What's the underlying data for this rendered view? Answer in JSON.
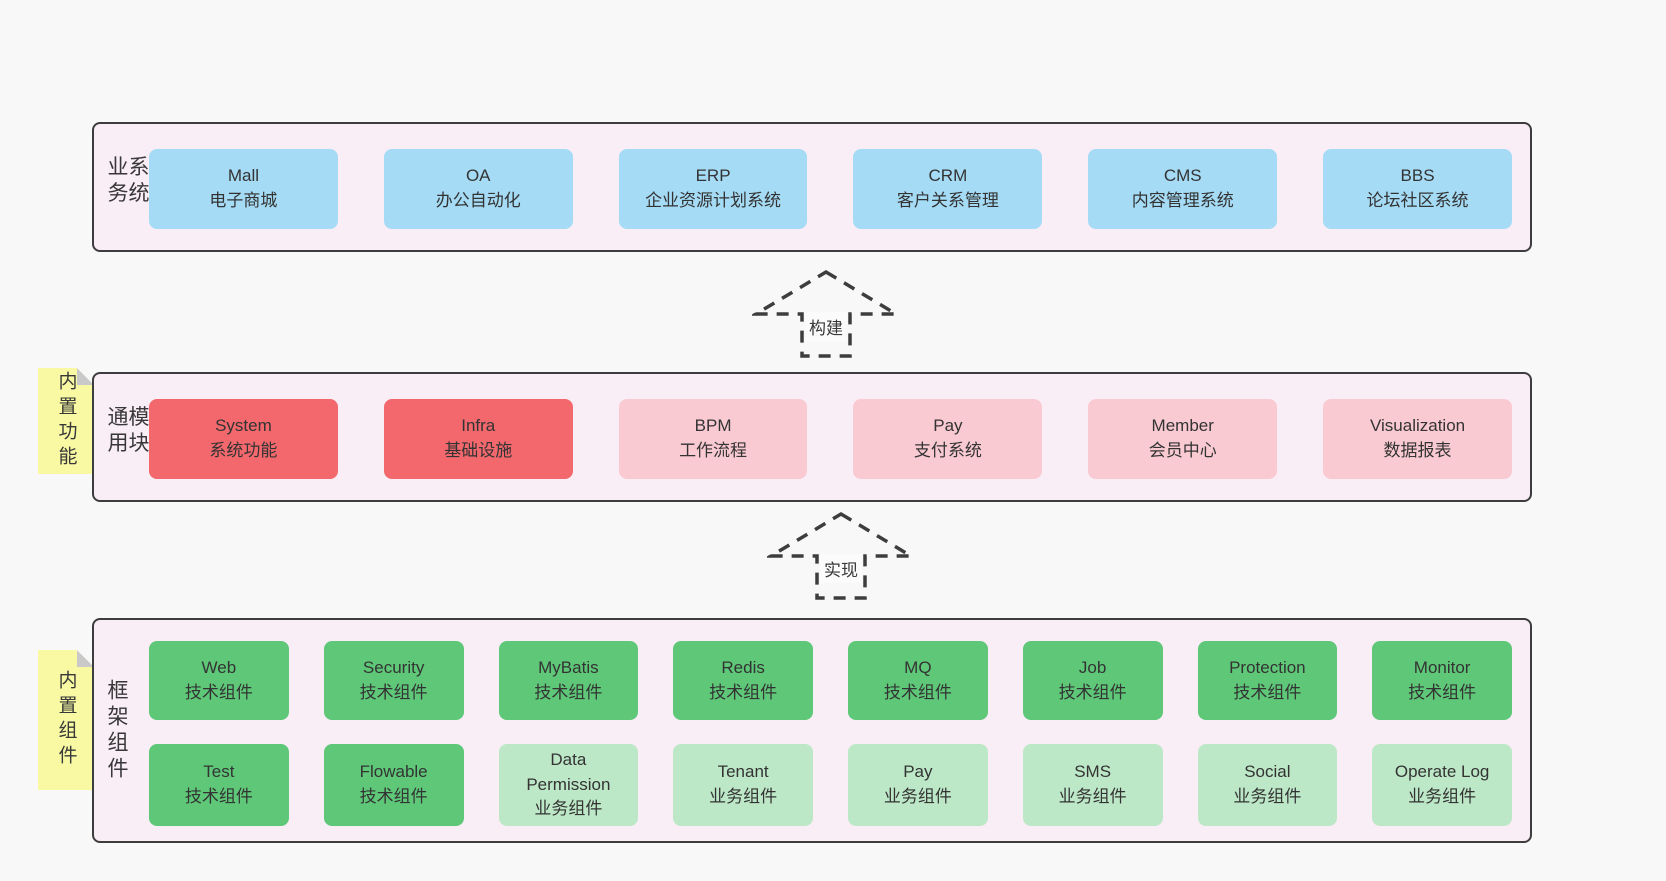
{
  "colors": {
    "page_bg": "#f8f8f8",
    "panel_bg": "#f9edf6",
    "panel_border": "#3d3d3d",
    "text": "#383838",
    "blue": "#a5dbf5",
    "red": "#f2686d",
    "pink": "#facad3",
    "green": "#5ec878",
    "light_green": "#bde8c7",
    "yellow": "#f9f9a4",
    "fold_gray": "#c9c9c9"
  },
  "stickies": {
    "modules": "内置功能",
    "framework": "内置组件"
  },
  "arrows": [
    {
      "label": "构建"
    },
    {
      "label": "实现"
    }
  ],
  "layers": {
    "business": {
      "label": "业务系统",
      "boxes": [
        {
          "title": "Mall",
          "subtitle": "电子商城"
        },
        {
          "title": "OA",
          "subtitle": "办公自动化"
        },
        {
          "title": "ERP",
          "subtitle": "企业资源计划系统"
        },
        {
          "title": "CRM",
          "subtitle": "客户关系管理"
        },
        {
          "title": "CMS",
          "subtitle": "内容管理系统"
        },
        {
          "title": "BBS",
          "subtitle": "论坛社区系统"
        }
      ]
    },
    "modules": {
      "label": "通用模块",
      "boxes": [
        {
          "title": "System",
          "subtitle": "系统功能",
          "variant": "red"
        },
        {
          "title": "Infra",
          "subtitle": "基础设施",
          "variant": "red"
        },
        {
          "title": "BPM",
          "subtitle": "工作流程",
          "variant": "pink"
        },
        {
          "title": "Pay",
          "subtitle": "支付系统",
          "variant": "pink"
        },
        {
          "title": "Member",
          "subtitle": "会员中心",
          "variant": "pink"
        },
        {
          "title": "Visualization",
          "subtitle": "数据报表",
          "variant": "pink"
        }
      ]
    },
    "framework": {
      "label": "框架组件",
      "row1": [
        {
          "title": "Web",
          "subtitle": "技术组件",
          "variant": "green"
        },
        {
          "title": "Security",
          "subtitle": "技术组件",
          "variant": "green"
        },
        {
          "title": "MyBatis",
          "subtitle": "技术组件",
          "variant": "green"
        },
        {
          "title": "Redis",
          "subtitle": "技术组件",
          "variant": "green"
        },
        {
          "title": "MQ",
          "subtitle": "技术组件",
          "variant": "green"
        },
        {
          "title": "Job",
          "subtitle": "技术组件",
          "variant": "green"
        },
        {
          "title": "Protection",
          "subtitle": "技术组件",
          "variant": "green"
        },
        {
          "title": "Monitor",
          "subtitle": "技术组件",
          "variant": "green"
        }
      ],
      "row2": [
        {
          "title": "Test",
          "subtitle": "技术组件",
          "variant": "green"
        },
        {
          "title": "Flowable",
          "subtitle": "技术组件",
          "variant": "green"
        },
        {
          "title": "Data Permission",
          "subtitle": "业务组件",
          "variant": "light_green"
        },
        {
          "title": "Tenant",
          "subtitle": "业务组件",
          "variant": "light_green"
        },
        {
          "title": "Pay",
          "subtitle": "业务组件",
          "variant": "light_green"
        },
        {
          "title": "SMS",
          "subtitle": "业务组件",
          "variant": "light_green"
        },
        {
          "title": "Social",
          "subtitle": "业务组件",
          "variant": "light_green"
        },
        {
          "title": "Operate Log",
          "subtitle": "业务组件",
          "variant": "light_green"
        }
      ]
    }
  }
}
